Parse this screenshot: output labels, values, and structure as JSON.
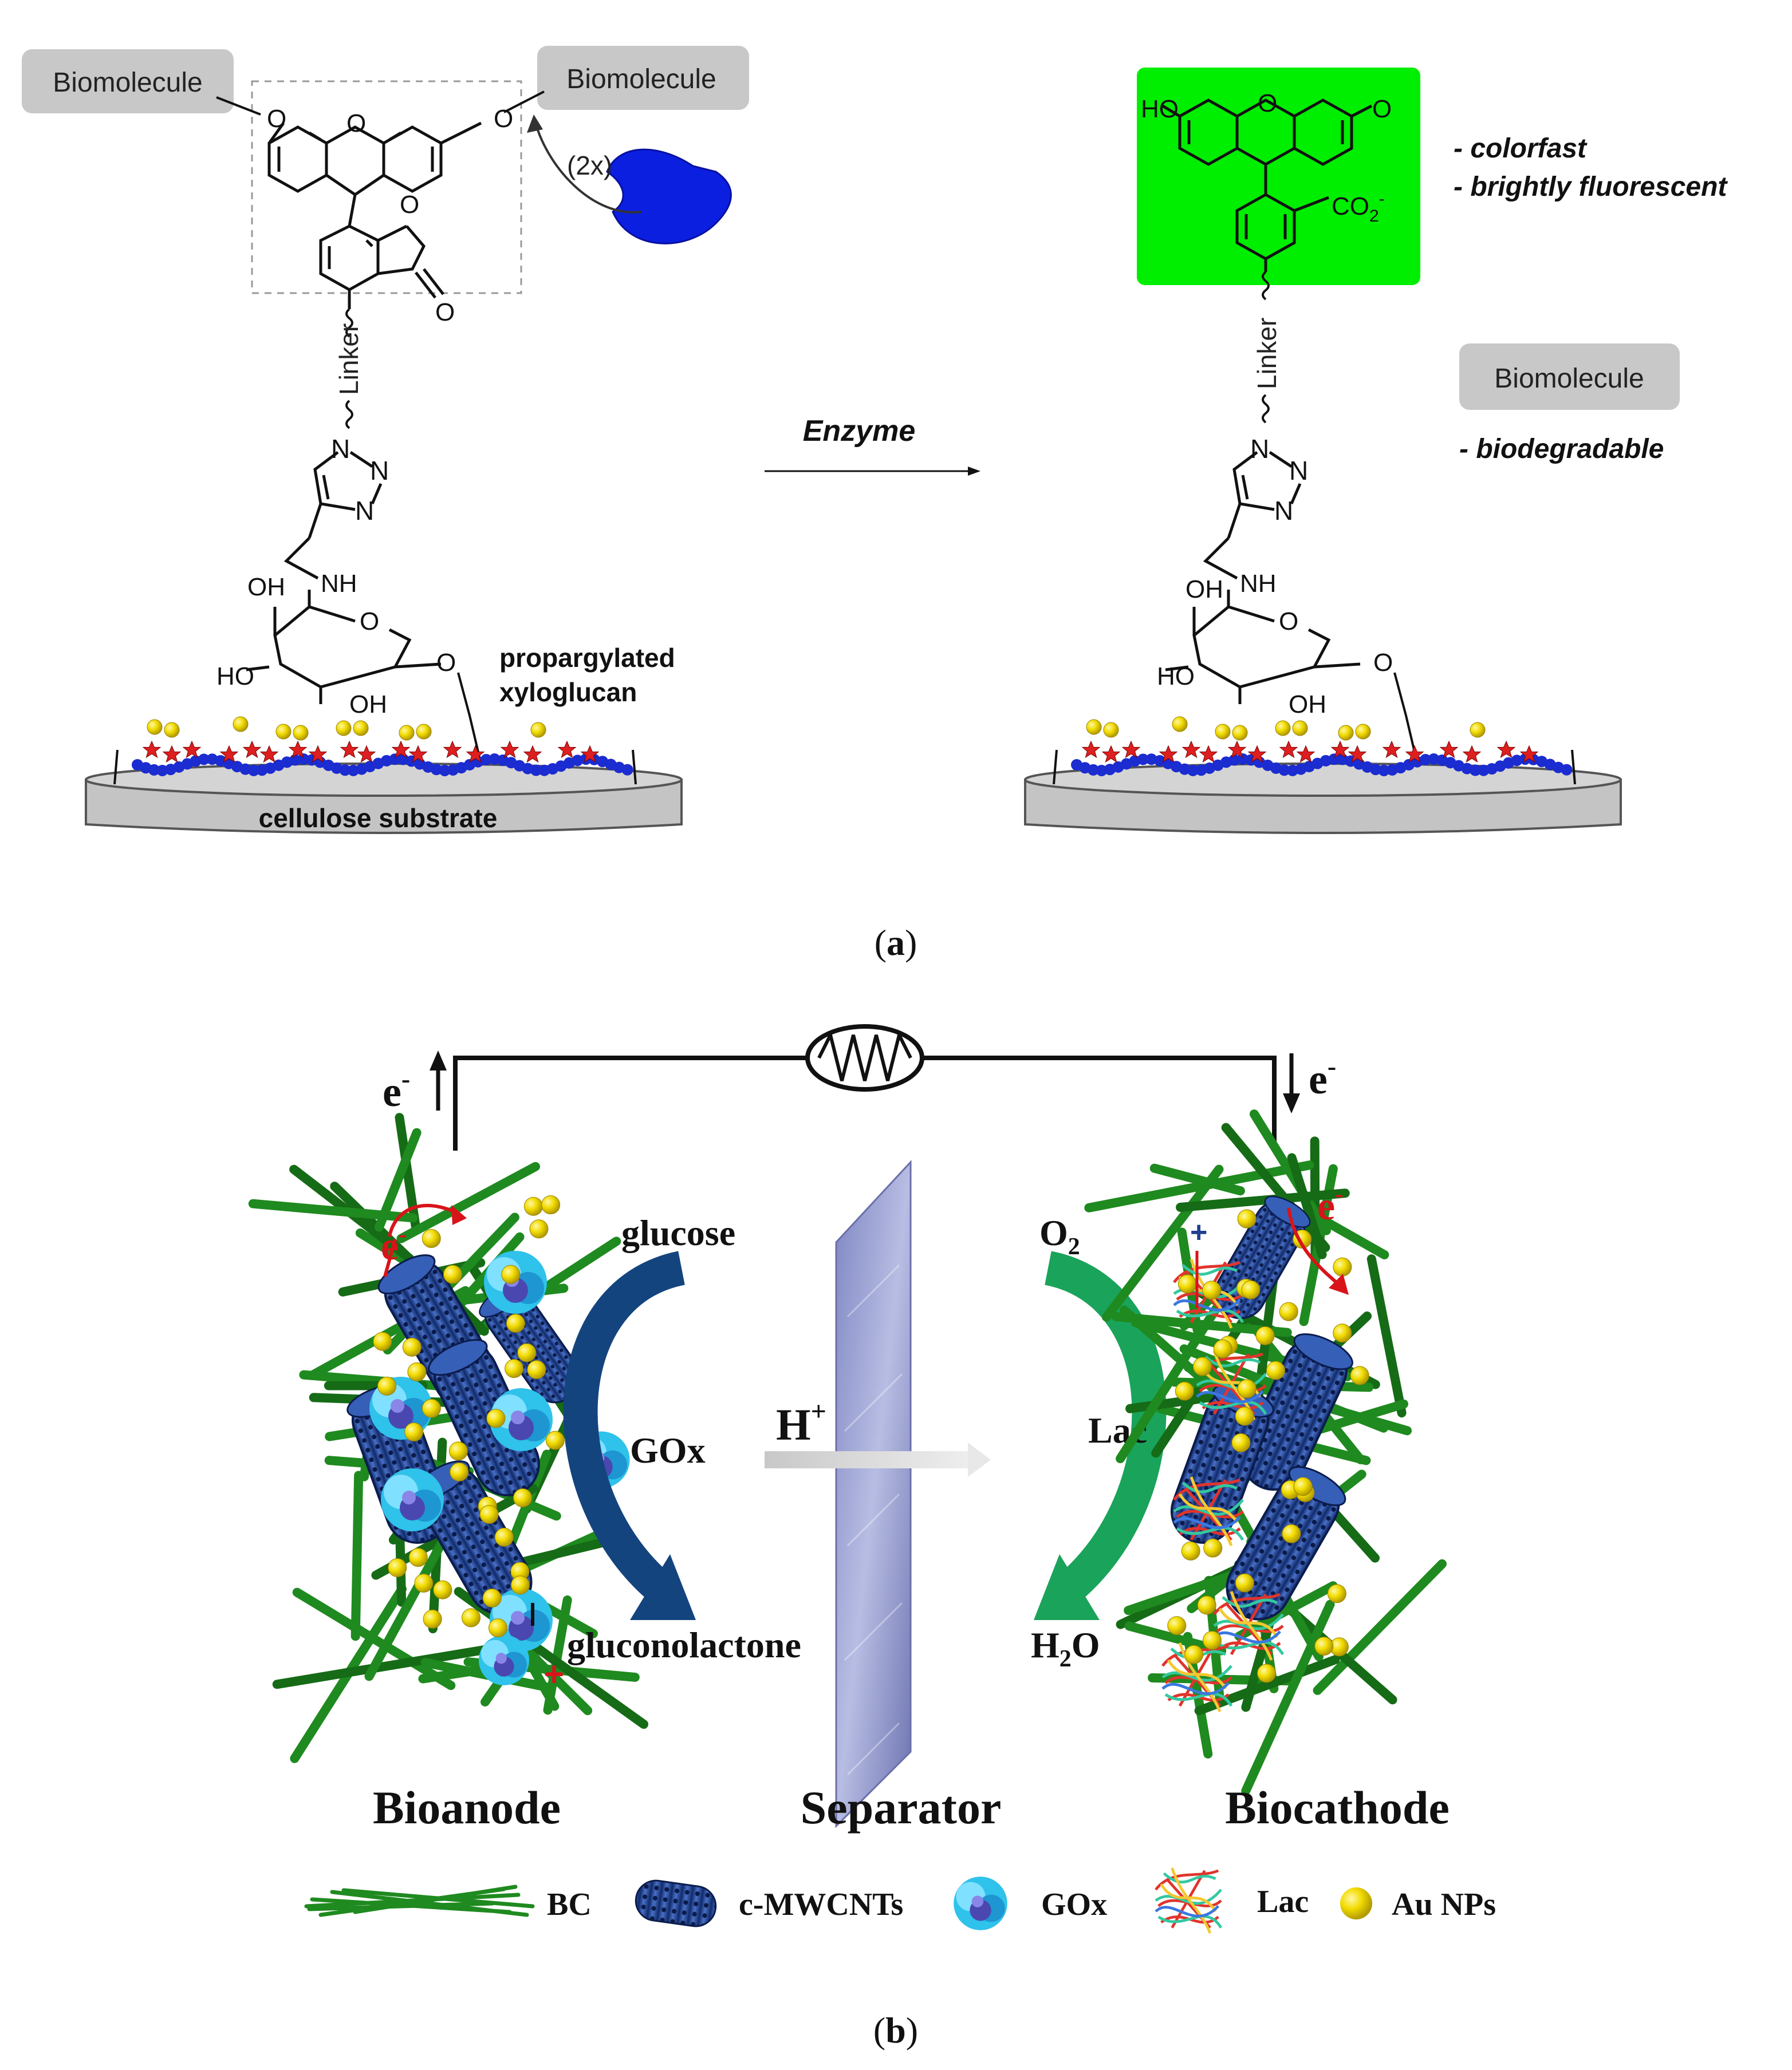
{
  "panel_a": {
    "caption": "(a)",
    "caption_letter": "a",
    "left": {
      "biomolecule_left": "Biomolecule",
      "biomolecule_right": "Biomolecule",
      "O_left": "O",
      "O_right": "O",
      "O_ring": "O",
      "O_lactone_ring": "O",
      "O_carbonyl": "O",
      "multiplier": "(2x)",
      "linker": "Linker",
      "triazole_N1": "N",
      "triazole_N2": "N",
      "triazole_N3": "N",
      "oh_top": "OH",
      "nh": "NH",
      "sugar_O": "O",
      "ho": "HO",
      "oh_bottom": "OH",
      "glyco_O": "O",
      "propargylated": "propargylated",
      "xyloglucan": "xyloglucan",
      "substrate": "cellulose substrate"
    },
    "arrow_label": "Enzyme",
    "right": {
      "ho_top": "HO",
      "O_ring": "O",
      "O_keto": "O",
      "co2": "CO",
      "co2_sub": "2",
      "co2_sup": "-",
      "props": [
        "- colorfast",
        "- brightly fluorescent"
      ],
      "linker": "Linker",
      "biomolecule": "Biomolecule",
      "biodegradable": "- biodegradable",
      "triazole_N1": "N",
      "triazole_N2": "N",
      "triazole_N3": "N",
      "oh_top": "OH",
      "nh": "NH",
      "sugar_O": "O",
      "ho": "HO",
      "oh_bottom": "OH",
      "glyco_O": "O"
    }
  },
  "panel_b": {
    "caption": "(b)",
    "caption_letter": "b",
    "electron": "e",
    "electron_sup": "-",
    "glucose": "glucose",
    "gox": "GOx",
    "gluconolactone": "gluconolactone",
    "proton": "H",
    "proton_sup": "+",
    "o2": "O",
    "o2_sub": "2",
    "lac": "Lac",
    "h2o_h": "H",
    "h2o_sub": "2",
    "h2o_o": "O",
    "bioanode": "Bioanode",
    "separator": "Separator",
    "biocathode": "Biocathode",
    "legend": [
      {
        "icon": "bacterial-cellulose-icon",
        "label": "BC"
      },
      {
        "icon": "carbon-nanotube-icon",
        "label": "c-MWCNTs"
      },
      {
        "icon": "glucose-oxidase-icon",
        "label": "GOx"
      },
      {
        "icon": "laccase-icon",
        "label": "Lac"
      },
      {
        "icon": "gold-nanoparticle-icon",
        "label": "Au NPs"
      }
    ]
  },
  "colors": {
    "fluorescein_box": "#00ee00",
    "enzyme": "#0b1fe0",
    "biomolecule_box": "#c8c8c8",
    "substrate": "#c4c4c4",
    "bc_fiber": "#1f8a1f",
    "nanotube": "#1f3f8f",
    "gold": "#f2dc00",
    "anode_arrow": "#14447e",
    "cathode_arrow": "#1aa35a",
    "star": "#dd1f1f",
    "chain": "#1b2cd0"
  }
}
